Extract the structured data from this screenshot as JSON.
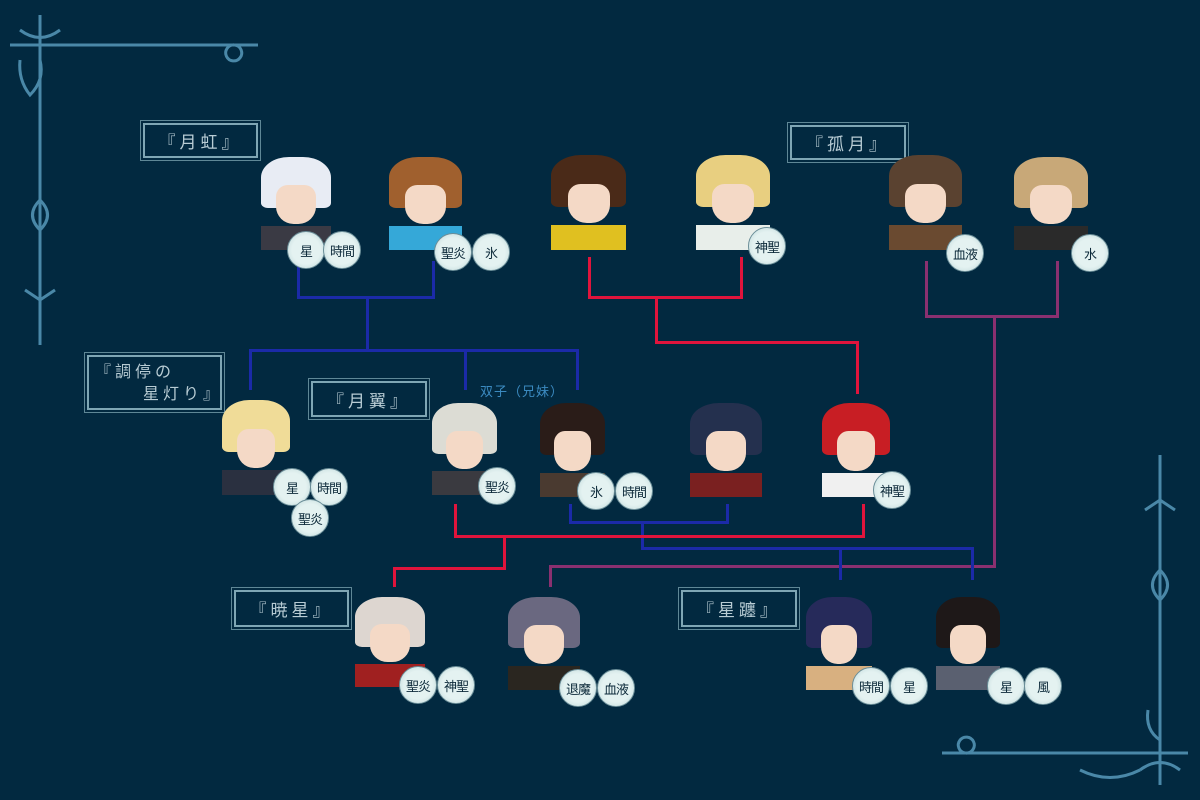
{
  "groups": {
    "tsukiniji": "『月虹』",
    "kogetsu": "『孤月』",
    "chotei_line1": "『調停の",
    "chotei_line2": "星灯り』",
    "tsukiyoku": "『月翼』",
    "gyosei": "『暁星』",
    "seiten": "『星躔』"
  },
  "twins_note": "双子（兄妹）",
  "colors": {
    "background": "#022940",
    "blue_line": "#1b2aa8",
    "red_line": "#e0143c",
    "purple_line": "#8a3070",
    "ornament": "#4a88a8"
  },
  "characters": [
    {
      "id": "silver-hair-woman",
      "hair": "#e8ecf4",
      "body": "#3a3a44",
      "medals": [
        "星",
        "時間"
      ]
    },
    {
      "id": "brown-hair-man",
      "hair": "#a0602e",
      "body": "#35a8d8",
      "medals": [
        "聖炎",
        "氷"
      ]
    },
    {
      "id": "headband-man",
      "hair": "#4a2a18",
      "body": "#e0c020",
      "medals": []
    },
    {
      "id": "blonde-man",
      "hair": "#e8cf80",
      "body": "#e8eeea",
      "medals": [
        "神聖"
      ]
    },
    {
      "id": "dark-brown-man",
      "hair": "#5a4230",
      "body": "#6a4a30",
      "medals": [
        "血液"
      ]
    },
    {
      "id": "blonde-woman",
      "hair": "#c8a878",
      "body": "#2a2a2a",
      "medals": [
        "水"
      ]
    },
    {
      "id": "blonde-boy",
      "hair": "#f0dc98",
      "body": "#2a3040",
      "medals": [
        "星",
        "時間",
        "聖炎"
      ]
    },
    {
      "id": "white-hair-boy",
      "hair": "#dcdcd4",
      "body": "#3a3a40",
      "medals": [
        "聖炎"
      ]
    },
    {
      "id": "black-hair-girl",
      "hair": "#2a1c18",
      "body": "#4a3a30",
      "medals": [
        "氷",
        "時間"
      ]
    },
    {
      "id": "navy-hair-boy",
      "hair": "#24304e",
      "body": "#7a2020",
      "medals": []
    },
    {
      "id": "red-hair-girl",
      "hair": "#c81e24",
      "body": "#f0f0f0",
      "medals": [
        "神聖"
      ]
    },
    {
      "id": "silver-hair-girl",
      "hair": "#ddd6d0",
      "body": "#a02020",
      "medals": [
        "聖炎",
        "神聖"
      ]
    },
    {
      "id": "grey-hair-boy",
      "hair": "#6a6880",
      "body": "#2a2620",
      "medals": [
        "退魔",
        "血液"
      ]
    },
    {
      "id": "indigo-hair-boy",
      "hair": "#262a5a",
      "body": "#d8b080",
      "medals": [
        "時間",
        "星"
      ]
    },
    {
      "id": "black-hair-woman",
      "hair": "#1e1818",
      "body": "#5a6070",
      "medals": [
        "星",
        "風"
      ]
    }
  ]
}
